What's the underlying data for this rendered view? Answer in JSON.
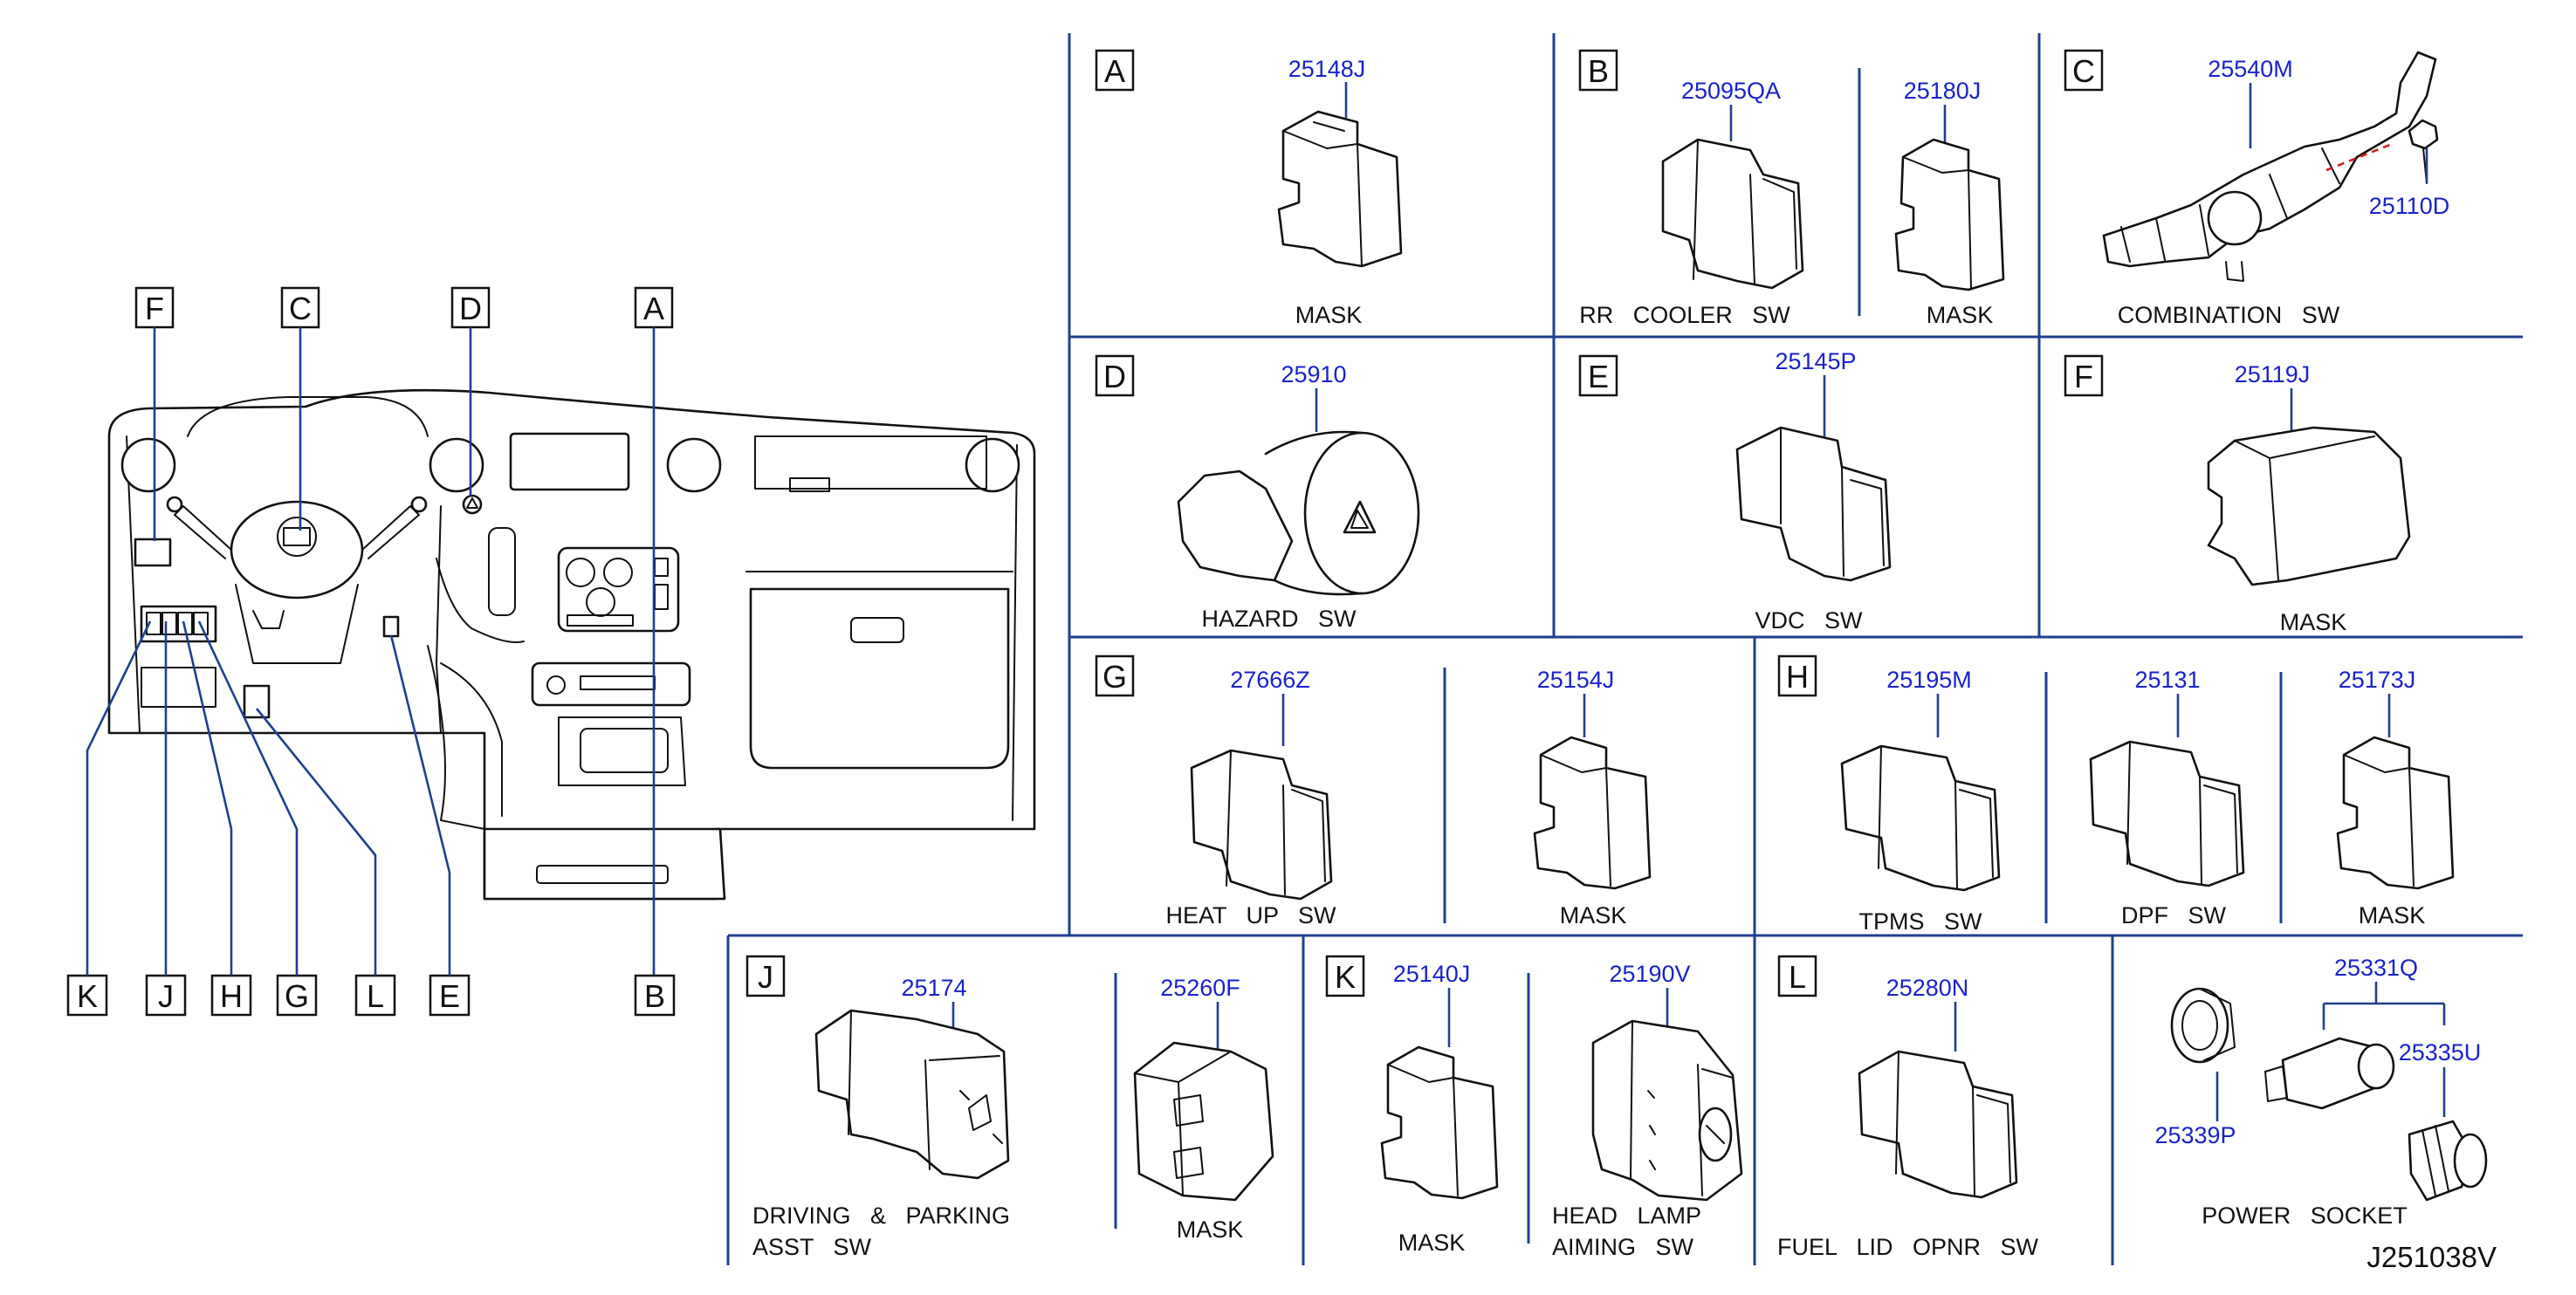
{
  "overview_callouts": {
    "top": [
      "F",
      "C",
      "D",
      "A"
    ],
    "bottom": [
      "K",
      "J",
      "H",
      "G",
      "L",
      "E",
      "B"
    ]
  },
  "panels": {
    "A": {
      "letter": "A",
      "parts": [
        {
          "pn": "25148J",
          "caption": "MASK"
        }
      ]
    },
    "B": {
      "letter": "B",
      "parts": [
        {
          "pn": "25095QA",
          "caption": "RR   COOLER   SW"
        },
        {
          "pn": "25180J",
          "caption": "MASK"
        }
      ]
    },
    "C": {
      "letter": "C",
      "parts": [
        {
          "pn": "25540M",
          "caption": "COMBINATION   SW"
        },
        {
          "pn": "25110D",
          "caption": ""
        }
      ]
    },
    "D": {
      "letter": "D",
      "parts": [
        {
          "pn": "25910",
          "caption": "HAZARD   SW"
        }
      ]
    },
    "E": {
      "letter": "E",
      "parts": [
        {
          "pn": "25145P",
          "caption": "VDC   SW"
        }
      ]
    },
    "F": {
      "letter": "F",
      "parts": [
        {
          "pn": "25119J",
          "caption": "MASK"
        }
      ]
    },
    "G": {
      "letter": "G",
      "parts": [
        {
          "pn": "27666Z",
          "caption": "HEAT   UP   SW"
        },
        {
          "pn": "25154J",
          "caption": "MASK"
        }
      ]
    },
    "H": {
      "letter": "H",
      "parts": [
        {
          "pn": "25195M",
          "caption": "TPMS   SW"
        },
        {
          "pn": "25131",
          "caption": "DPF   SW"
        },
        {
          "pn": "25173J",
          "caption": "MASK"
        }
      ]
    },
    "J": {
      "letter": "J",
      "parts": [
        {
          "pn": "25174",
          "caption_line1": "DRIVING   &   PARKING",
          "caption_line2": "ASST   SW"
        },
        {
          "pn": "25260F",
          "caption": "MASK"
        }
      ]
    },
    "K": {
      "letter": "K",
      "parts": [
        {
          "pn": "25140J",
          "caption": "MASK"
        },
        {
          "pn": "25190V",
          "caption_line1": "HEAD   LAMP",
          "caption_line2": "AIMING   SW"
        }
      ]
    },
    "L": {
      "letter": "L",
      "parts": [
        {
          "pn": "25280N",
          "caption": "FUEL   LID   OPNR   SW"
        }
      ]
    },
    "socket": {
      "parts": [
        {
          "pn": "25331Q"
        },
        {
          "pn": "25335U"
        },
        {
          "pn": "25339P"
        }
      ],
      "caption": "POWER   SOCKET"
    }
  },
  "diagram_id": "J251038V",
  "colors": {
    "part_number": "#1a22cc",
    "grid": "#1f3f8f",
    "linework": "#111111",
    "screw_leader": "#d0201f"
  }
}
